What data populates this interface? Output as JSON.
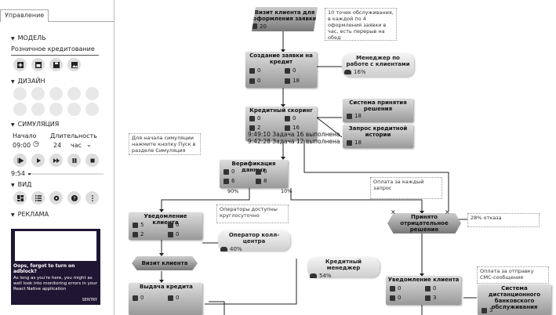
{
  "tab": "Управление",
  "sections": {
    "model": "МОДЕЛЬ",
    "design": "ДИЗАЙН",
    "simulation": "СИМУЛЯЦИЯ",
    "view": "ВИД",
    "ads": "РЕКЛАМА"
  },
  "model_name": "Розничное кредитование",
  "simulation": {
    "start_label": "Начало",
    "duration_label": "Длительность",
    "start_value": "09:00",
    "duration_value": "24",
    "duration_unit": "час",
    "time": "9:54"
  },
  "ad": {
    "title": "Oops, forgot to turn on adblock?",
    "body": "As long as you're here, you might as well look into monitoring errors in your React Native application",
    "brand": "SENTRY"
  },
  "nodes": {
    "visit": {
      "title": "Визит клиента для оформления заявки",
      "check": "20"
    },
    "create": {
      "title": "Создание заявки на кредит",
      "a": "0",
      "b": "0",
      "c": "0",
      "d": "18"
    },
    "scoring": {
      "title": "Кредитный скоринг",
      "a": "0",
      "b": "0",
      "c": "2",
      "d": "16"
    },
    "verify": {
      "title": "Верификация данных",
      "a": "0",
      "b": "0",
      "c": "6",
      "d": "8"
    },
    "notify1": {
      "title": "Уведомление клиента",
      "a": "5",
      "b": "0",
      "c": "2",
      "d": "0"
    },
    "visit2": {
      "title": "Визит клиента"
    },
    "issue": {
      "title": "Выдача кредита",
      "a": "0",
      "b": "0"
    },
    "negative": {
      "title": "Принято отрицательное решение"
    },
    "notify2": {
      "title": "Уведомление клиента",
      "a": "0",
      "b": "0",
      "c": "0",
      "d": "3"
    },
    "sysdecision": {
      "title": "Система принятия решения",
      "check": "18"
    },
    "history": {
      "title": "Запрос кредитной истории",
      "check": "18"
    },
    "remote": {
      "title": "Система дистанционного банковского обслуживания",
      "check": "3"
    }
  },
  "resources": {
    "manager": {
      "title": "Менеджер по работе с клиентами",
      "pct": "16%"
    },
    "callcenter": {
      "title": "Оператор колл-центра",
      "pct": "40%"
    },
    "creditmgr": {
      "title": "Кредитный менеджер",
      "pct": "54%"
    }
  },
  "notes": {
    "n1": "10 точек обслуживания, в каждой по 4 оформления заявки в час, есть перерыв на обед",
    "n2": "Для начала симуляции нажмите кнопку Пуск в разделе Симуляция",
    "n3": "Оплата за каждый запрос",
    "n4": "Операторы доступны круглосуточно",
    "n5": "28% отказа",
    "n6": "Оплата за отправку СМС-сообщения"
  },
  "tasks": [
    "9:49:10 Задача 16 выполнена",
    "9:42:28 Задача 12 выполнена"
  ],
  "branch": {
    "left": "90%",
    "right": "10%"
  }
}
